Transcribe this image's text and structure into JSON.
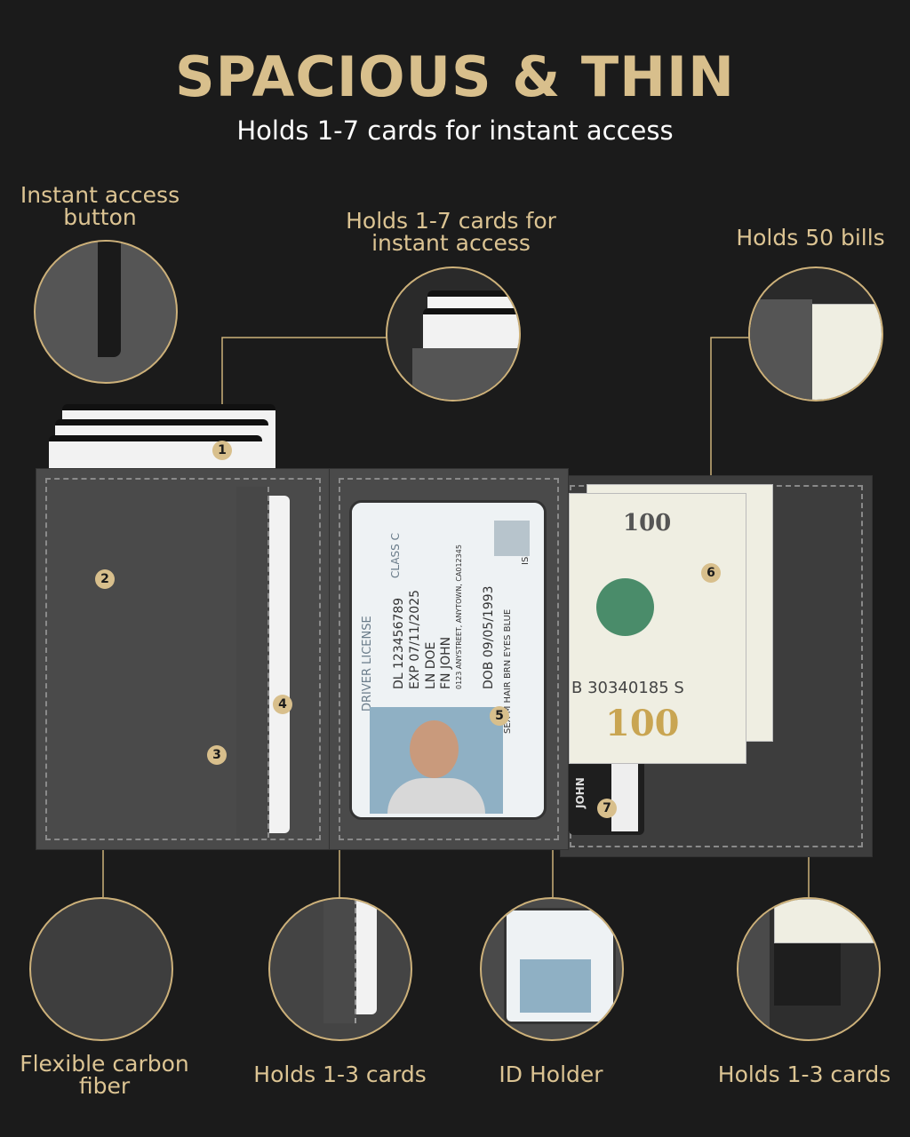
{
  "header": {
    "title": "SPACIOUS & THIN",
    "subtitle": "Holds 1-7 cards for instant access"
  },
  "callouts": [
    {
      "number": "1",
      "label": "Holds 1-7 cards for instant access"
    },
    {
      "number": "2",
      "label": "Instant access button"
    },
    {
      "number": "3",
      "label": "Flexible carbon fiber"
    },
    {
      "number": "4",
      "label": "Holds 1-3 cards"
    },
    {
      "number": "5",
      "label": "ID Holder"
    },
    {
      "number": "6",
      "label": "Holds 50 bills"
    },
    {
      "number": "7",
      "label": "Holds 1-3 cards"
    }
  ],
  "id_card": {
    "heading": "DRIVER LICENSE",
    "class": "CLASS C",
    "dl": "DL 123456789",
    "exp": "EXP 07/11/2025",
    "ln": "LN DOE",
    "fn": "FN JOHN",
    "address": "0123 ANYSTREET, ANYTOWN, CA012345",
    "dob": "DOB 09/05/1993",
    "details": "SEX M   HAIR BRN   EYES BLUE",
    "iss": "ISS"
  },
  "bill": {
    "denomination": "100",
    "serial": "B 30340185 S"
  },
  "card_name": "JOHN",
  "colors": {
    "background": "#1b1b1b",
    "accent_gold": "#d8bf8c",
    "leather": "#4a4a4a"
  }
}
